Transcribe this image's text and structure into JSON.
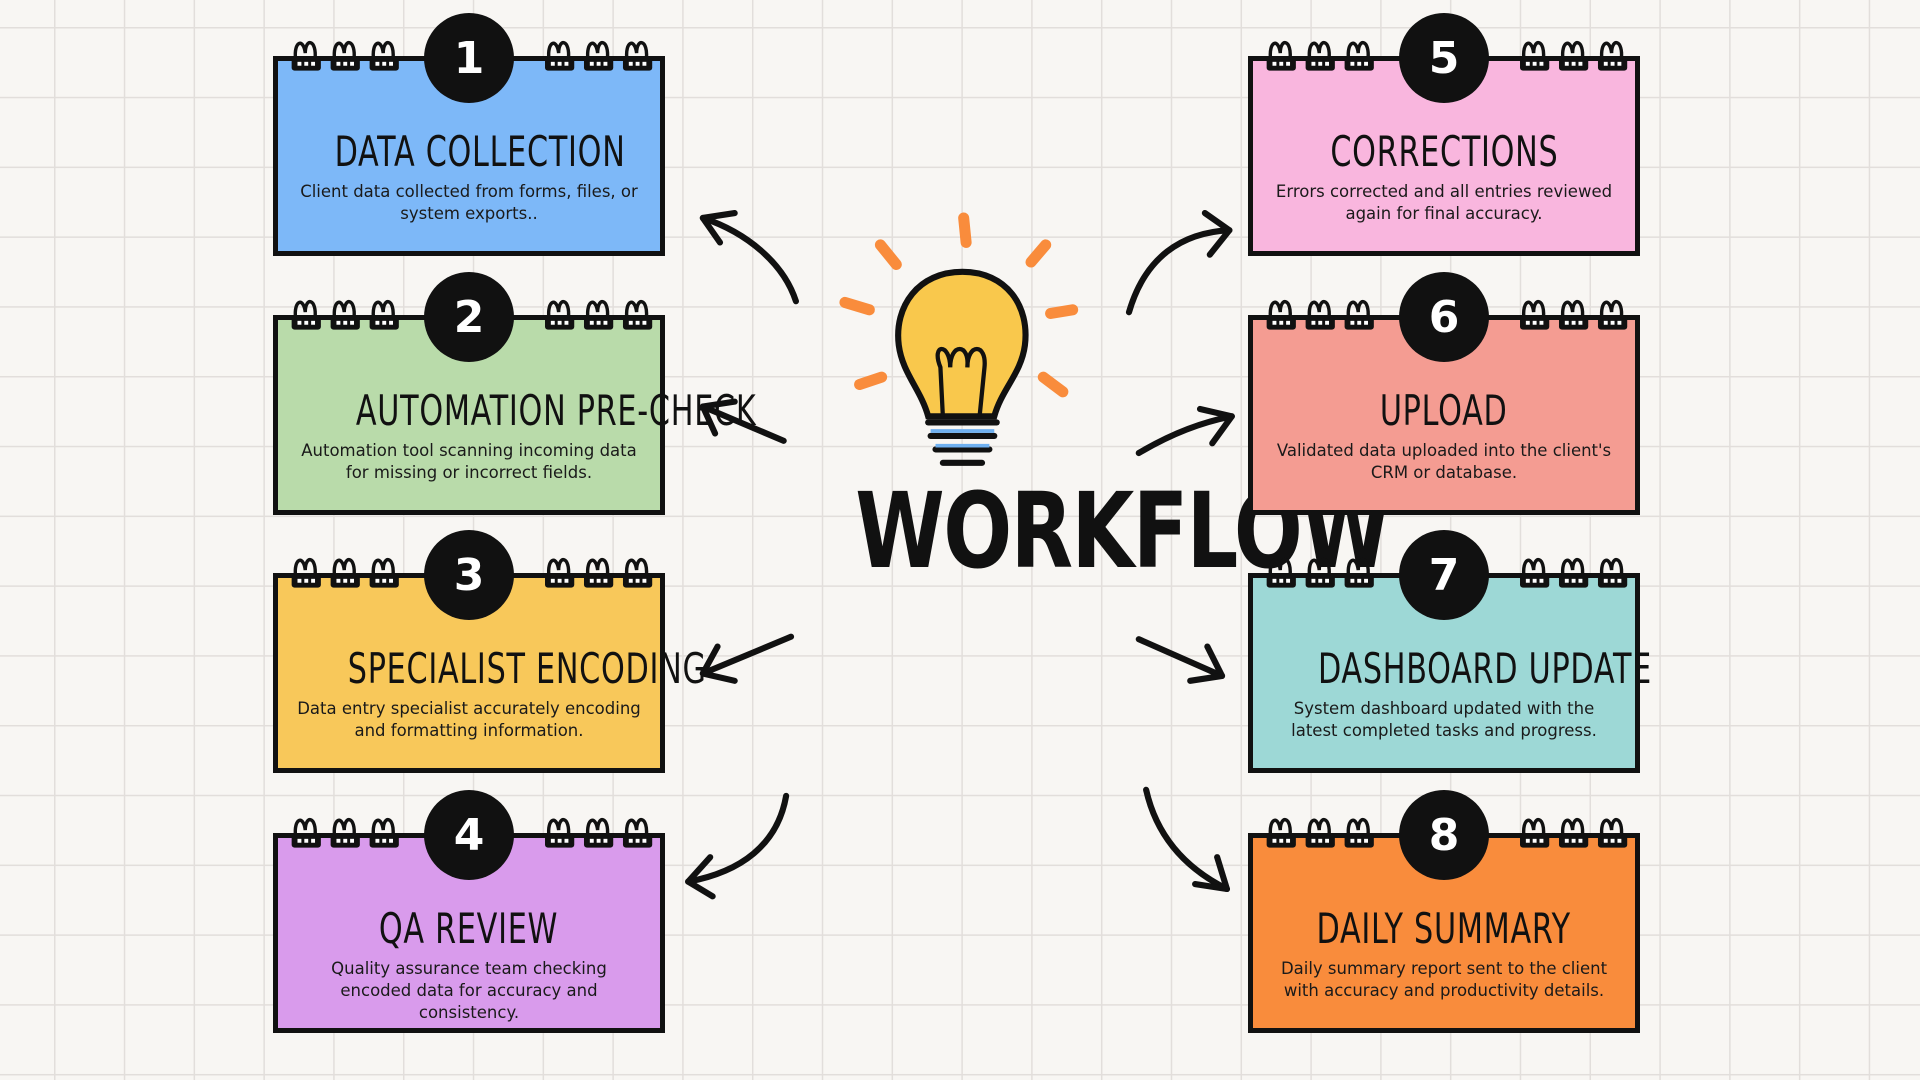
{
  "center": {
    "title": "WORKFLOW",
    "icon": "lightbulb-icon"
  },
  "steps": [
    {
      "number": "1",
      "title": "DATA COLLECTION",
      "description": "Client data collected from forms, files, or system exports..",
      "color": "#7db8f8"
    },
    {
      "number": "2",
      "title": "AUTOMATION PRE-CHECK",
      "description": "Automation tool scanning incoming data for missing or incorrect fields.",
      "color": "#b9dbaa"
    },
    {
      "number": "3",
      "title": "SPECIALIST ENCODING",
      "description": "Data entry specialist accurately encoding and formatting information.",
      "color": "#f8c85a"
    },
    {
      "number": "4",
      "title": "QA REVIEW",
      "description": "Quality assurance team checking encoded data for accuracy and consistency.",
      "color": "#d99bec"
    },
    {
      "number": "5",
      "title": "CORRECTIONS",
      "description": "Errors corrected and all entries reviewed again for final accuracy.",
      "color": "#f9b6de"
    },
    {
      "number": "6",
      "title": "UPLOAD",
      "description": "Validated data uploaded into the client's CRM or database.",
      "color": "#f49c92"
    },
    {
      "number": "7",
      "title": "DASHBOARD UPDATE",
      "description": "System dashboard updated with the latest completed tasks and progress.",
      "color": "#9dd8d6"
    },
    {
      "number": "8",
      "title": "DAILY SUMMARY",
      "description": "Daily summary report sent to the client with accuracy and productivity details.",
      "color": "#f98c3c"
    }
  ],
  "colors": {
    "accent": "#f98c3c",
    "bulb": "#f9c84c",
    "outline": "#111111"
  }
}
